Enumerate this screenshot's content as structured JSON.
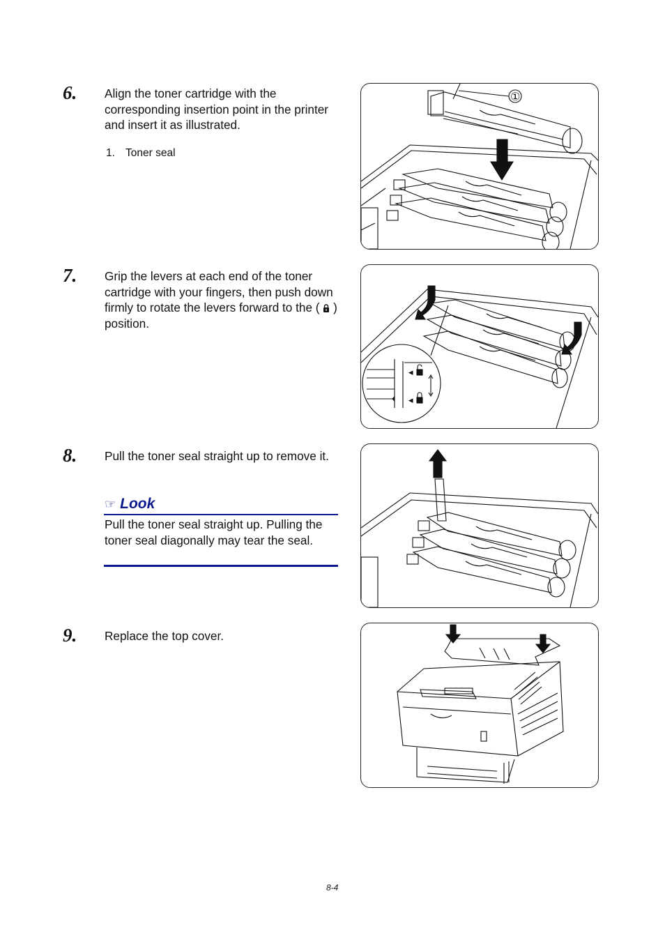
{
  "steps": [
    {
      "number": "6.",
      "text": "Align the toner cartridge with the corresponding insertion point in the printer and insert it as illustrated."
    },
    {
      "number": "7.",
      "text_before": "Grip the levers at each end of the toner cartridge with your fingers, then push down firmly to rotate the levers forward to the (",
      "lock_icon": "lock-icon",
      "text_after": ") position."
    },
    {
      "number": "8.",
      "text": "Pull the toner seal straight up to remove it."
    },
    {
      "number": "9.",
      "text": "Replace the top cover."
    }
  ],
  "sublist": {
    "number": "1.",
    "label": "Toner seal"
  },
  "callout_marker": "①",
  "look": {
    "icon": "pointing-hand-icon",
    "heading": "Look",
    "body": "Pull the toner seal straight up. Pulling the toner seal diagonally may tear the seal.",
    "color": "#0a1a8c"
  },
  "page_number": "8-4"
}
